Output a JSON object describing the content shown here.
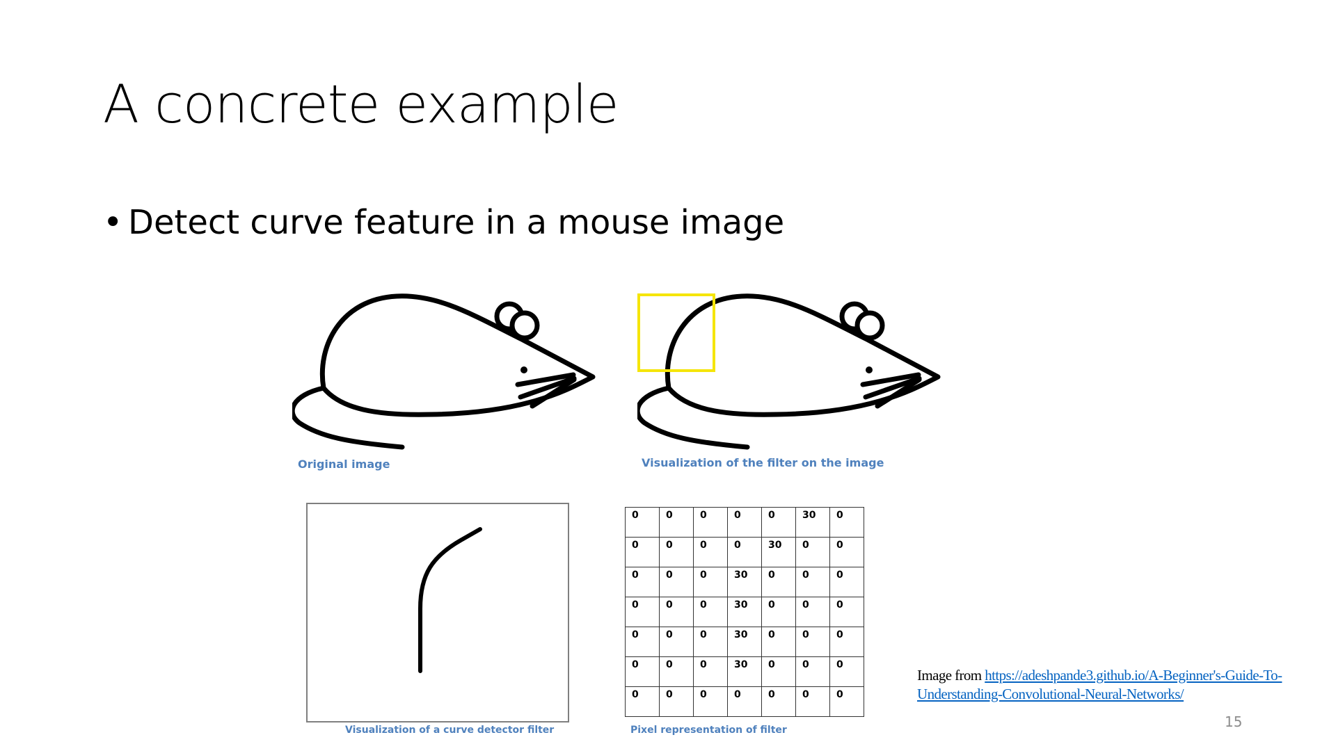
{
  "slide": {
    "title": "A concrete example",
    "bullet": "Detect curve feature in a mouse image",
    "captions": {
      "original": "Original image",
      "filter_on_image": "Visualization of the filter on the image",
      "curve_filter": "Visualization of a curve detector filter",
      "pixel_rep": "Pixel representation of filter"
    },
    "pixel_grid": [
      [
        "0",
        "0",
        "0",
        "0",
        "0",
        "30",
        "0"
      ],
      [
        "0",
        "0",
        "0",
        "0",
        "30",
        "0",
        "0"
      ],
      [
        "0",
        "0",
        "0",
        "30",
        "0",
        "0",
        "0"
      ],
      [
        "0",
        "0",
        "0",
        "30",
        "0",
        "0",
        "0"
      ],
      [
        "0",
        "0",
        "0",
        "30",
        "0",
        "0",
        "0"
      ],
      [
        "0",
        "0",
        "0",
        "30",
        "0",
        "0",
        "0"
      ],
      [
        "0",
        "0",
        "0",
        "0",
        "0",
        "0",
        "0"
      ]
    ],
    "credit_prefix": "Image from ",
    "credit_link": "https://adeshpande3.github.io/A-Beginner's-Guide-To-Understanding-Convolutional-Neural-Networks/",
    "page_number": "15",
    "colors": {
      "caption": "#4f81bd",
      "highlight": "#f5e50a",
      "link": "#0563c1"
    }
  }
}
